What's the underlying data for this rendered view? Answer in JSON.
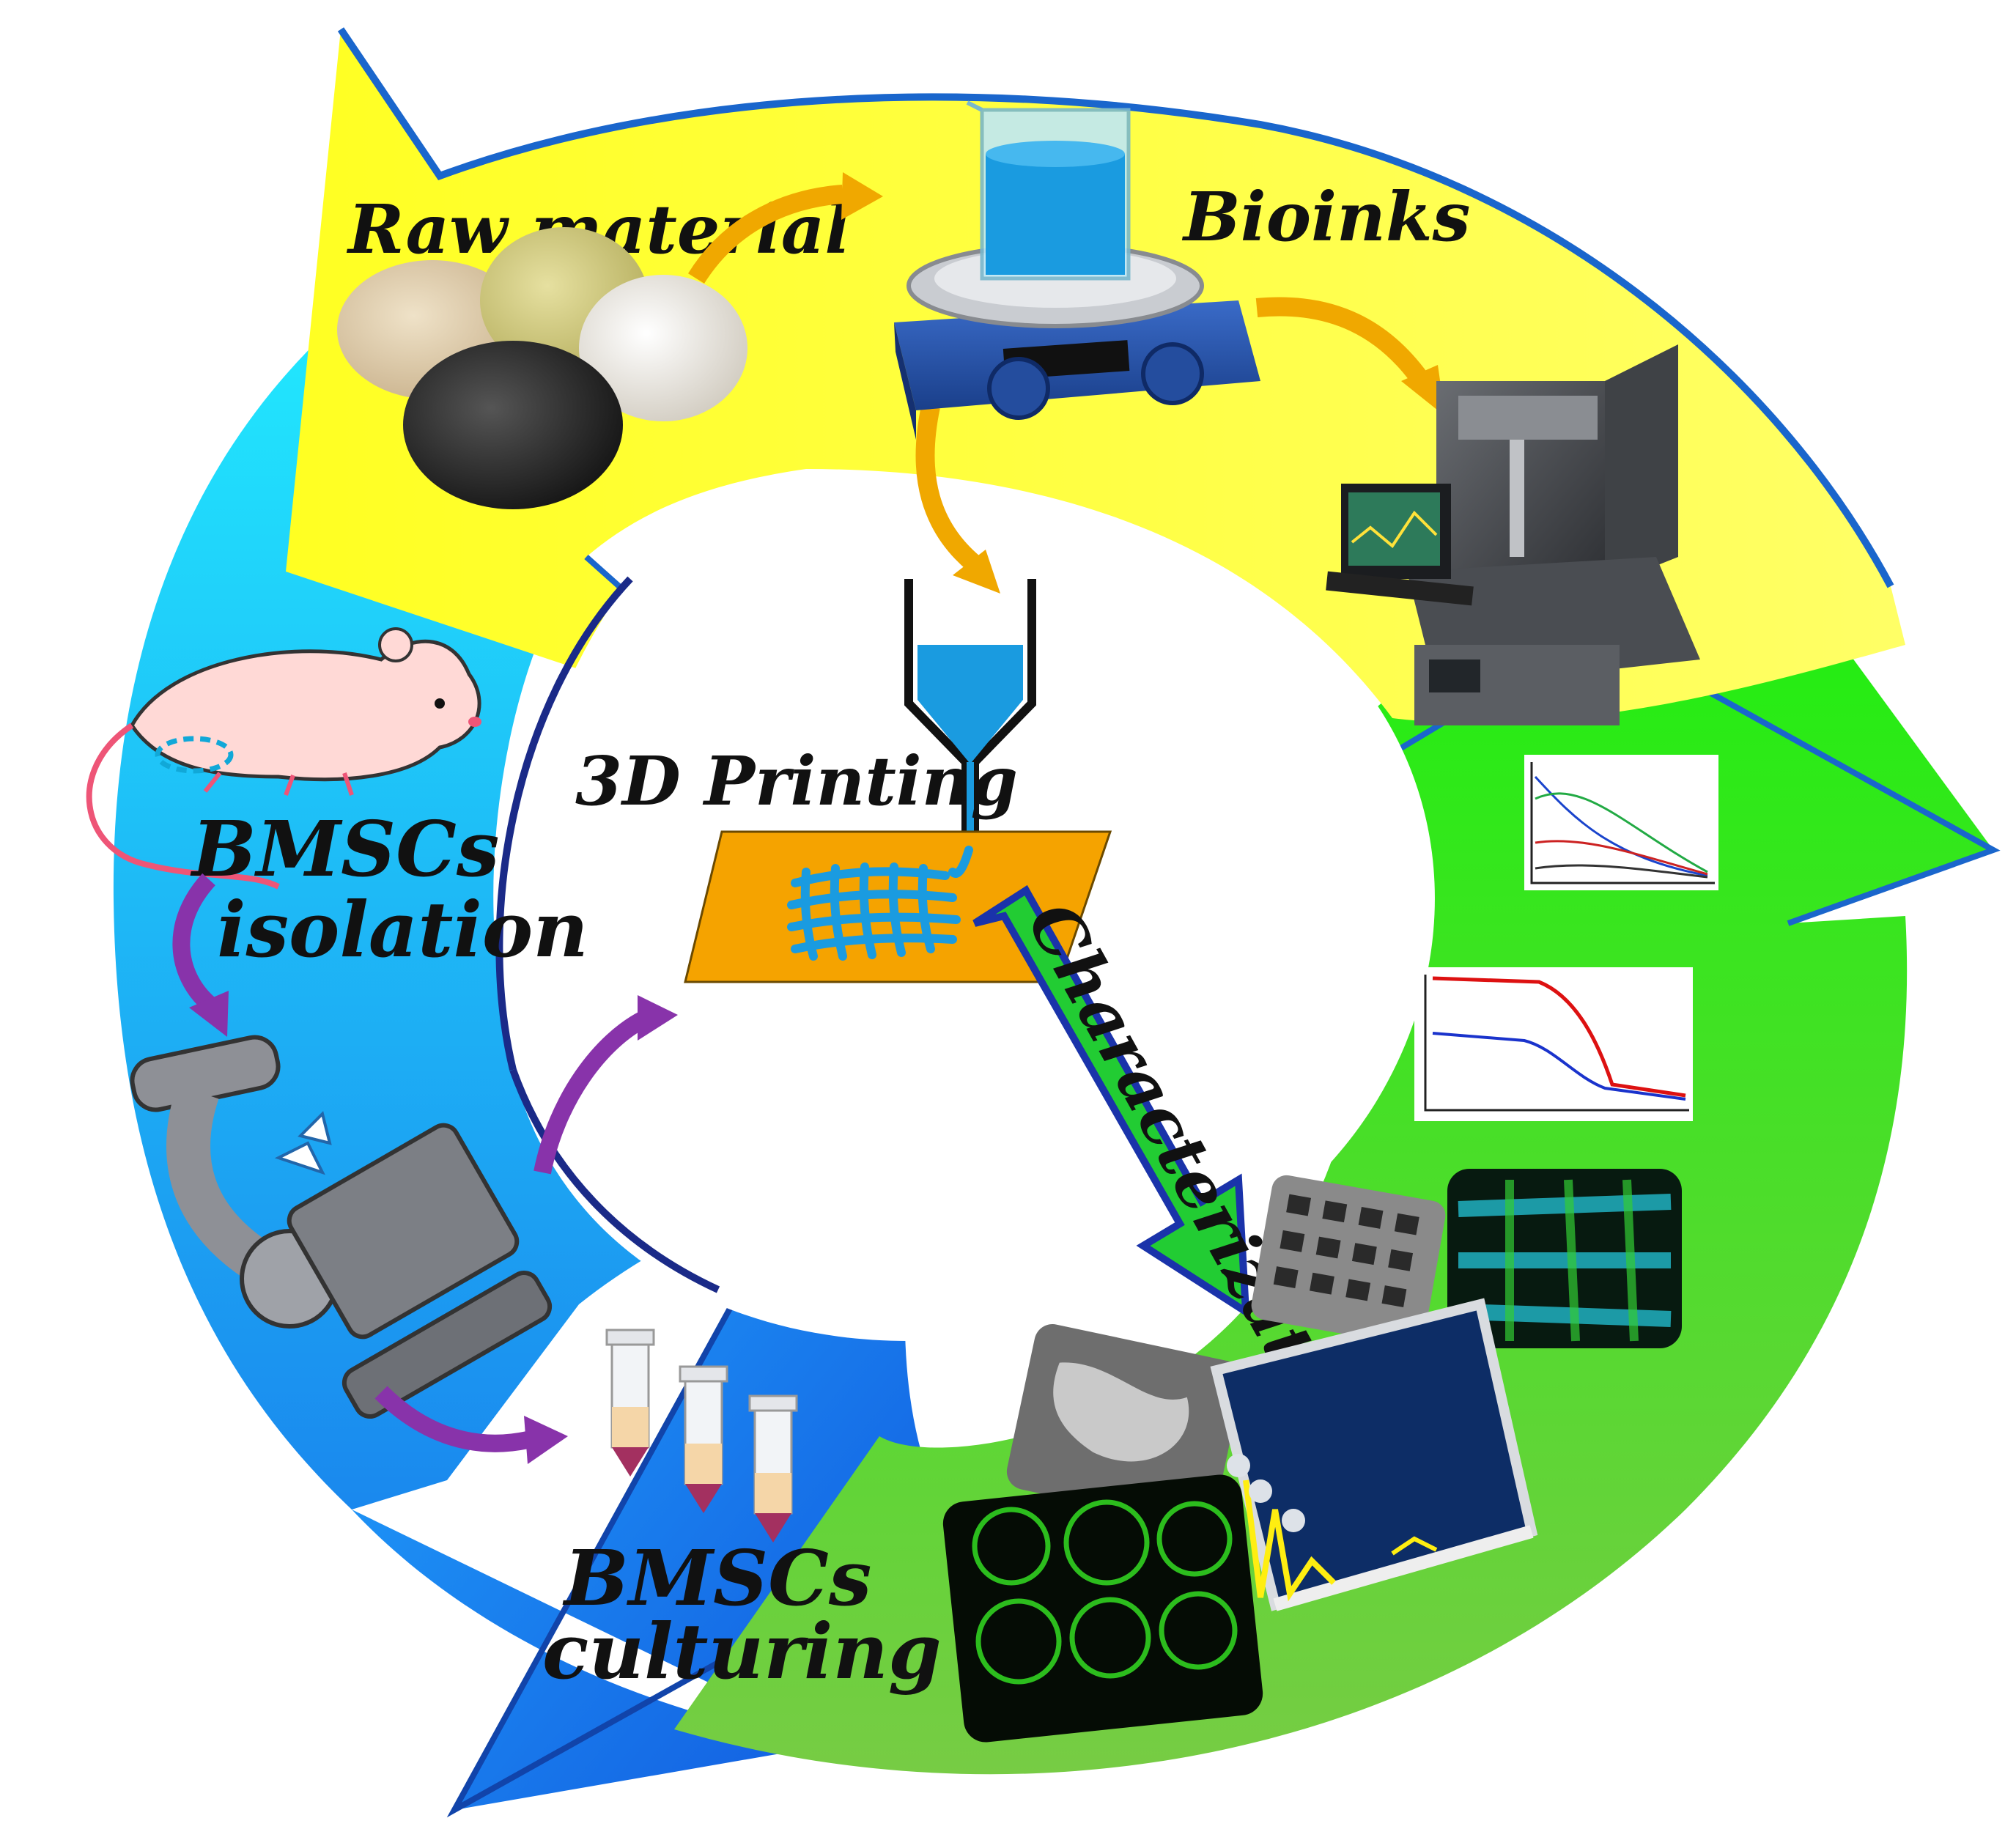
{
  "labels": {
    "raw_material": "Raw material",
    "bioinks": "Bioinks",
    "printing": "3D Printing",
    "isolation_1": "BMSCs",
    "isolation_2": "isolation",
    "culturing_1": "BMSCs",
    "culturing_2": "culturing",
    "characterization": "Characterization"
  },
  "colors": {
    "yellow_arrow": "#ffff33",
    "green_arrow": "#33dd22",
    "cyan_arrow": "#11ccff",
    "blue_arrow": "#2277ee",
    "outline_blue": "#1a66cc",
    "orange_arrow": "#f0a800",
    "purple_arrow": "#8833aa",
    "platform": "#f5a300",
    "ink": "#1199dd"
  },
  "icons": [
    "powder-piles-icon",
    "magnetic-stirrer-icon",
    "rheometer-instrument-icon",
    "mouse-icon",
    "microscope-icon",
    "centrifuge-tubes-icon",
    "printer-nozzle-icon",
    "viscosity-plot-icon",
    "modulus-plot-icon",
    "sem-image-icon",
    "fluorescence-image-icon",
    "xrd-pattern-icon"
  ]
}
